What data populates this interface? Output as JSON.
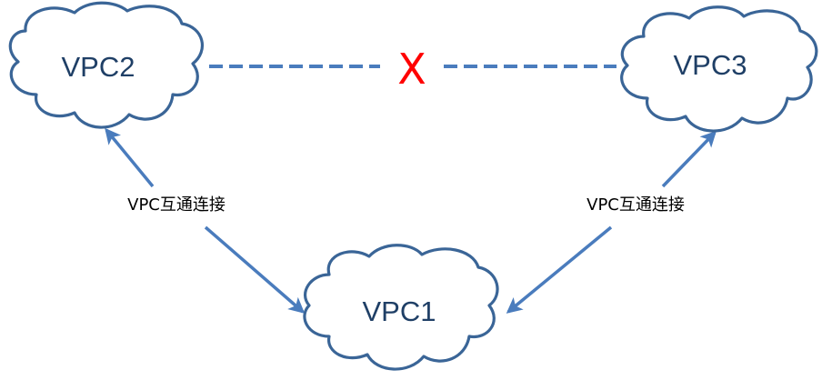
{
  "nodes": {
    "vpc1": {
      "label": "VPC1"
    },
    "vpc2": {
      "label": "VPC2"
    },
    "vpc3": {
      "label": "VPC3"
    }
  },
  "connections": {
    "vpc1_vpc2": {
      "label": "VPC互通连接"
    },
    "vpc1_vpc3": {
      "label": "VPC互通连接"
    },
    "vpc2_vpc3": {
      "status_mark": "X"
    }
  },
  "colors": {
    "cloud_stroke": "#3a6597",
    "connector": "#4a7cbd",
    "blocked_mark": "#ff0000"
  }
}
